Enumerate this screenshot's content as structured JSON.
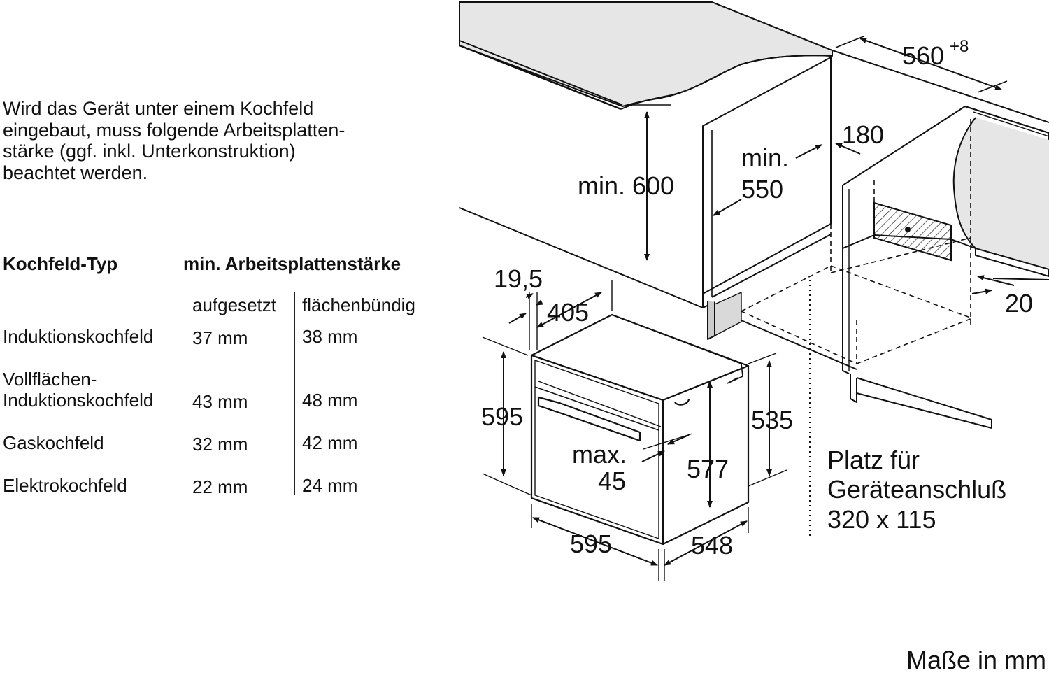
{
  "intro_lines": [
    "Wird das Gerät unter einem Kochfeld",
    "eingebaut, muss folgende Arbeitsplatten-",
    "stärke (ggf. inkl. Unterkonstruktion)",
    "beachtet werden."
  ],
  "table": {
    "col1_header": "Kochfeld-Typ",
    "col2_header": "min. Arbeitsplattenstärke",
    "sub_headers": [
      "aufgesetzt",
      "flächenbündig"
    ],
    "rows": [
      {
        "type_lines": [
          "Induktionskochfeld"
        ],
        "aufgesetzt": "37 mm",
        "flaechenbuendig": "38 mm"
      },
      {
        "type_lines": [
          "Vollflächen-",
          "Induktionskochfeld"
        ],
        "aufgesetzt": "43 mm",
        "flaechenbuendig": "48 mm"
      },
      {
        "type_lines": [
          "Gaskochfeld"
        ],
        "aufgesetzt": "32 mm",
        "flaechenbuendig": "42 mm"
      },
      {
        "type_lines": [
          "Elektrokochfeld"
        ],
        "aufgesetzt": "22 mm",
        "flaechenbuendig": "24 mm"
      }
    ]
  },
  "dimensions": {
    "niche_width": "560",
    "niche_width_tol": "+8",
    "min_height_600": "min. 600",
    "min_label": "min.",
    "depth_550": "550",
    "d180": "180",
    "d20": "20",
    "d19_5": "19,5",
    "d405": "405",
    "h595": "595",
    "h535": "535",
    "max_label": "max.",
    "d45": "45",
    "h577": "577",
    "w595": "595",
    "d548": "548"
  },
  "connection_note": [
    "Platz für",
    "Geräteanschluß",
    "320 x 115"
  ],
  "units_note": "Maße in mm"
}
